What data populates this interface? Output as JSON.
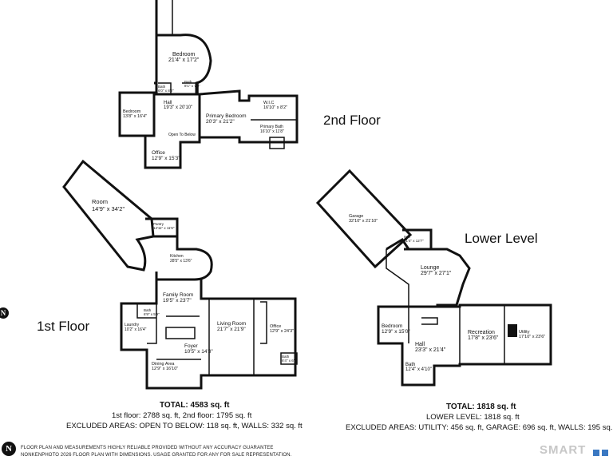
{
  "floors": {
    "second": "2nd Floor",
    "first": "1st Floor",
    "lower": "Lower Level"
  },
  "rooms": [
    {
      "name": "Bedroom",
      "dims": "21'4\" x 17'2\""
    },
    {
      "name": "Bath",
      "dims": "8'1\" x 7'9\""
    },
    {
      "name": "Bath",
      "dims": "6'0\" x 8'2\""
    },
    {
      "name": "Bedroom",
      "dims": "13'8\" x 16'4\""
    },
    {
      "name": "Hall",
      "dims": "19'3\" x 20'10\""
    },
    {
      "name": "Primary Bedroom",
      "dims": "20'3\" x 21'2\""
    },
    {
      "name": "W.I.C",
      "dims": "16'10\" x 8'2\""
    },
    {
      "name": "Primary Bath",
      "dims": "16'10\" x 11'8\""
    },
    {
      "name": "Open To Below",
      "dims": ""
    },
    {
      "name": "Office",
      "dims": "12'9\" x 15'3\""
    },
    {
      "name": "Room",
      "dims": "14'9\" x 34'2\""
    },
    {
      "name": "Pantry",
      "dims": "14'11\" x 11'6\""
    },
    {
      "name": "Kitchen",
      "dims": "28'5\" x 13'6\""
    },
    {
      "name": "Family Room",
      "dims": "19'5\" x 23'7\""
    },
    {
      "name": "Bath",
      "dims": "6'9\" x 5'9\""
    },
    {
      "name": "Laundry",
      "dims": "10'2\" x 16'4\""
    },
    {
      "name": "Living Room",
      "dims": "21'7\" x 21'9\""
    },
    {
      "name": "Office",
      "dims": "12'9\" x 24'3\""
    },
    {
      "name": "Foyer",
      "dims": "10'5\" x 14'3\""
    },
    {
      "name": "Bath",
      "dims": "6'4\" x 6'2\""
    },
    {
      "name": "Dining Area",
      "dims": "12'9\" x 16'10\""
    },
    {
      "name": "Garage",
      "dims": "32'10\" x 21'10\""
    },
    {
      "name": "Hall",
      "dims": "21'4\" x 12'7\""
    },
    {
      "name": "Lounge",
      "dims": "29'7\" x 27'1\""
    },
    {
      "name": "Bedroom",
      "dims": "12'9\" x 15'0\""
    },
    {
      "name": "Recreation",
      "dims": "17'8\" x 23'6\""
    },
    {
      "name": "Utility",
      "dims": "17'10\" x 23'6\""
    },
    {
      "name": "Hall",
      "dims": "23'3\" x 21'4\""
    },
    {
      "name": "Bath",
      "dims": "12'4\" x 4'10\""
    }
  ],
  "totals": {
    "left": {
      "title": "TOTAL: 4583 sq. ft",
      "line1": "1st floor: 2788 sq. ft, 2nd floor: 1795 sq. ft",
      "line2": "EXCLUDED AREAS: OPEN TO BELOW: 118 sq. ft, WALLS: 332 sq. ft"
    },
    "right": {
      "title": "TOTAL: 1818 sq. ft",
      "line1": "LOWER LEVEL: 1818 sq. ft",
      "line2": "EXCLUDED AREAS: UTILITY: 456 sq. ft, GARAGE: 696 sq. ft, WALLS: 195 sq. ft"
    }
  },
  "footer": {
    "line1": "FLOOR PLAN AND MEASUREMENTS HIGHLY RELIABLE PROVIDED WITHOUT ANY ACCURACY GUARANTEE",
    "line2": "NONKENPHOTO 2026  FLOOR PLAN WITH DIMENSIONS. USAGE GRANTED FOR ANY FOR SALE REPRESENTATION.",
    "brand": "SMART",
    "logo_letter": "N"
  },
  "colors": {
    "wall": "#111111",
    "badge": "#3a78c2",
    "brand": "#c7c7c7"
  }
}
